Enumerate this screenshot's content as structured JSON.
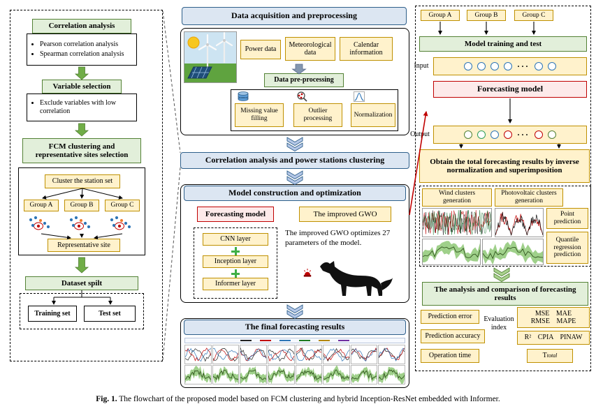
{
  "colors": {
    "green_fill": "#e2efda",
    "green_border": "#538135",
    "tan_fill": "#fff2cc",
    "tan_border": "#bf9000",
    "blue_fill": "#dce6f2",
    "blue_border": "#2e5f8a",
    "red_fill": "#fdeaea",
    "red_border": "#c00000",
    "arrow_green": "#70ad47",
    "arrow_blue": "#b4c7e7",
    "arrow_red": "#c00000"
  },
  "left_panel": {
    "correlation_title": "Correlation analysis",
    "correlation_bullets": [
      "Pearson correlation analysis",
      "Spearman correlation analysis"
    ],
    "variable_title": "Variable selection",
    "variable_bullets": [
      "Exclude variables with low correlation"
    ],
    "fcm_title": "FCM clustering and representative sites selection",
    "cluster_set": "Cluster the station set",
    "groups": [
      "Group A",
      "Group B",
      "Group C"
    ],
    "representative": "Representative site",
    "dataset_title": "Dataset spilt",
    "training": "Training set",
    "test": "Test set"
  },
  "middle": {
    "acquisition_title": "Data acquisition and preprocessing",
    "sources": [
      "Power data",
      "Meteorological data",
      "Calendar information"
    ],
    "preprocess_title": "Data pre-processing",
    "steps": [
      "Missing value filling",
      "Outlier processing",
      "Normalization"
    ],
    "correlation_band": "Correlation analysis and power stations clustering",
    "model_title": "Model construction and optimization",
    "forecasting_model": "Forecasting model",
    "improved_gwo": "The improved GWO",
    "layers": [
      "CNN layer",
      "Inception layer",
      "Informer layer"
    ],
    "gwo_note": "The improved GWO optimizes 27 parameters of the model.",
    "final_title": "The final forecasting results"
  },
  "right_panel": {
    "groups": [
      "Group A",
      "Group B",
      "Group C"
    ],
    "training_title": "Model training and test",
    "input_label": "Input",
    "forecasting_model": "Forecasting model",
    "output_label": "Output",
    "ellipsis": "···",
    "input_circles": [
      "#2e75b6",
      "#2e75b6",
      "#2e75b6",
      "#2e75b6",
      "dots",
      "#2e75b6",
      "#2e75b6"
    ],
    "output_circles": [
      "#538135",
      "#2e9e5b",
      "#2e75b6",
      "#c00000",
      "dots",
      "#c00000",
      "#538135"
    ],
    "obtain_text": "Obtain the total forecasting results by inverse normalization and superimposition",
    "wind_title": "Wind clusters generation",
    "pv_title": "Photovoltaic clusters generation",
    "point_prediction": "Point prediction",
    "quantile_prediction": "Quantile regression prediction",
    "analysis_title": "The analysis and comparison of forecasting results",
    "prediction_error": "Prediction error",
    "prediction_accuracy": "Prediction accuracy",
    "operation_time": "Operation time",
    "evaluation_label": "Evaluation index",
    "metrics_line1": "MSE MAE",
    "metrics_line2": "RMSE MAPE",
    "metrics_r": "R² CPIA PINAW",
    "t_main": "T",
    "t_sub": "total"
  },
  "caption": {
    "label": "Fig. 1.",
    "text": "The flowchart of the proposed model based on FCM clustering and hybrid Inception-ResNet embedded with Informer."
  }
}
